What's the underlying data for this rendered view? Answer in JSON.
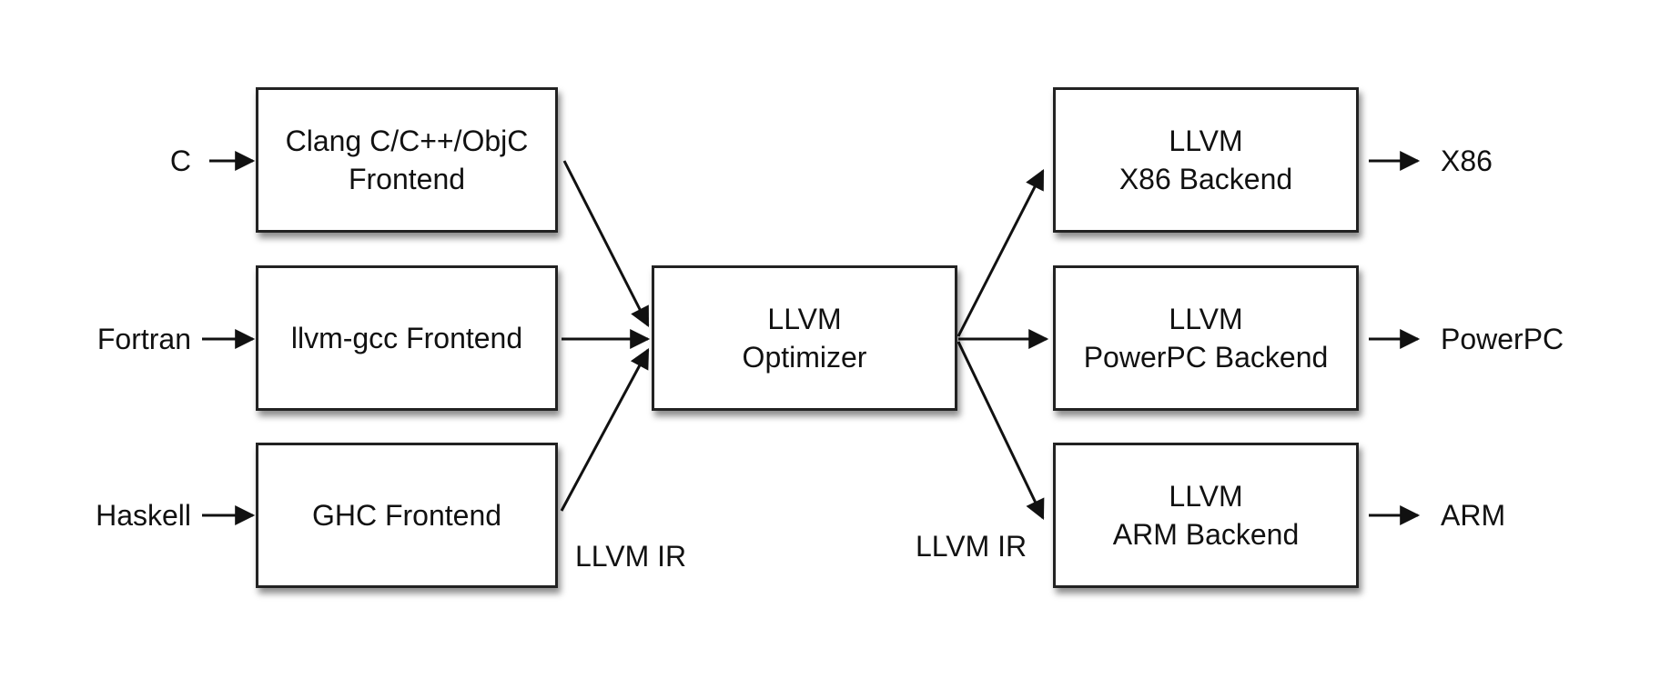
{
  "inputs": {
    "c": "C",
    "fortran": "Fortran",
    "haskell": "Haskell"
  },
  "frontends": {
    "clang": {
      "line1": "Clang C/C++/ObjC",
      "line2": "Frontend"
    },
    "llvmgcc": {
      "line1": "llvm-gcc Frontend"
    },
    "ghc": {
      "line1": "GHC Frontend"
    }
  },
  "optimizer": {
    "line1": "LLVM",
    "line2": "Optimizer"
  },
  "backends": {
    "x86": {
      "line1": "LLVM",
      "line2": "X86 Backend"
    },
    "powerpc": {
      "line1": "LLVM",
      "line2": "PowerPC Backend"
    },
    "arm": {
      "line1": "LLVM",
      "line2": "ARM Backend"
    }
  },
  "outputs": {
    "x86": "X86",
    "powerpc": "PowerPC",
    "arm": "ARM"
  },
  "ir_labels": {
    "left": "LLVM IR",
    "right": "LLVM IR"
  },
  "colors": {
    "stroke": "#222222",
    "text": "#111111",
    "background": "#ffffff"
  }
}
